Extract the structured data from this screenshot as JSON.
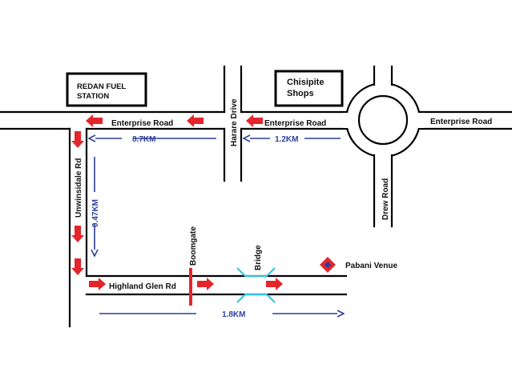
{
  "colors": {
    "road": "#000000",
    "direction_arrow": "#e3262b",
    "distance": "#2f3f9e",
    "boomgate": "#e3262b",
    "bridge": "#2ec4e6",
    "venue_marker_outer": "#e3262b",
    "venue_marker_inner": "#2f3f9e"
  },
  "landmarks": {
    "redan_line1": "REDAN FUEL",
    "redan_line2": "STATION",
    "chisipite_line1": "Chisipite",
    "chisipite_line2": "Shops",
    "venue": "Pabani Venue"
  },
  "roads": {
    "enterprise_left": "Enterprise Road",
    "enterprise_mid": "Enterprise Road",
    "enterprise_right": "Enterprise Road",
    "harare_drive": "Harare Drive",
    "drew_road": "Drew Road",
    "unwinsidale": "Unwinsidale Rd",
    "highland_glen": "Highland Glen Rd"
  },
  "features": {
    "boomgate": "Boomgate",
    "bridge": "Bridge"
  },
  "distances": {
    "enterprise_to_unwinsidale": "8.7KM",
    "roundabout_to_harare": "1.2KM",
    "unwinsidale_leg": "0.47KM",
    "highland_glen_leg": "1.8KM"
  },
  "icons": [
    "direction-arrow-icon",
    "distance-arrow-icon",
    "venue-marker-icon",
    "roundabout"
  ]
}
